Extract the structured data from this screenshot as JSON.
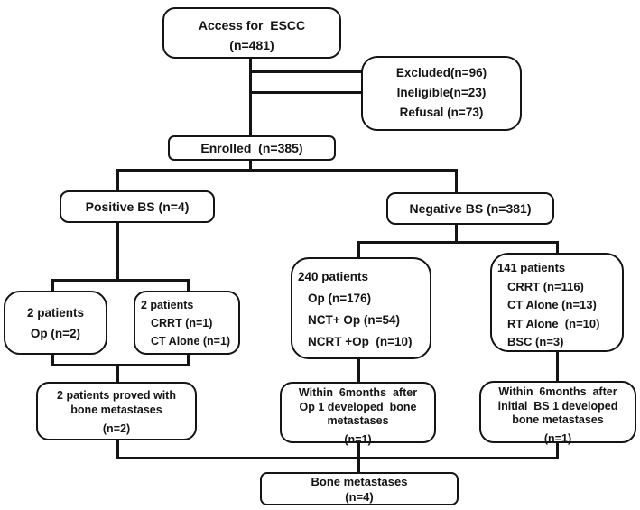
{
  "diagram": {
    "type": "flowchart",
    "nodes": {
      "access": {
        "lines": [
          "Access for  ESCC",
          "(n=481)"
        ]
      },
      "excluded": {
        "lines": [
          "Excluded(n=96)",
          "Ineligible(n=23)",
          "Refusal (n=73)"
        ]
      },
      "enrolled": {
        "lines": [
          "Enrolled  (n=385)"
        ]
      },
      "positive_bs": {
        "lines": [
          "Positive BS (n=4)"
        ]
      },
      "negative_bs": {
        "lines": [
          "Negative BS (n=381)"
        ]
      },
      "op_2": {
        "lines": [
          "2 patients",
          "Op (n=2)"
        ]
      },
      "crrt_2": {
        "lines": [
          "2 patients",
          "CRRT (n=1)",
          "CT Alone (n=1)"
        ]
      },
      "patients_240": {
        "lines": [
          "240 patients",
          "Op (n=176)",
          "NCT+ Op (n=54)",
          "NCRT +Op  (n=10)"
        ]
      },
      "patients_141": {
        "lines": [
          "141 patients",
          "CRRT (n=116)",
          "CT Alone (n=13)",
          "RT Alone  (n=10)",
          "BSC (n=3)"
        ]
      },
      "proved_2": {
        "lines": [
          "2 patients proved with",
          "bone metastases",
          "(n=2)"
        ]
      },
      "within_op": {
        "lines": [
          "Within  6months  after",
          "Op 1 developed  bone",
          "metastases",
          "(n=1)"
        ]
      },
      "within_bs": {
        "lines": [
          "Within  6months  after",
          "initial  BS 1 developed",
          "bone metastases",
          "(n=1)"
        ]
      },
      "bone_met": {
        "lines": [
          "Bone metastases",
          "(n=4)"
        ]
      }
    },
    "colors": {
      "line": "#141414",
      "box_bg": "#ffffff",
      "page_bg": "#ffffff"
    }
  }
}
